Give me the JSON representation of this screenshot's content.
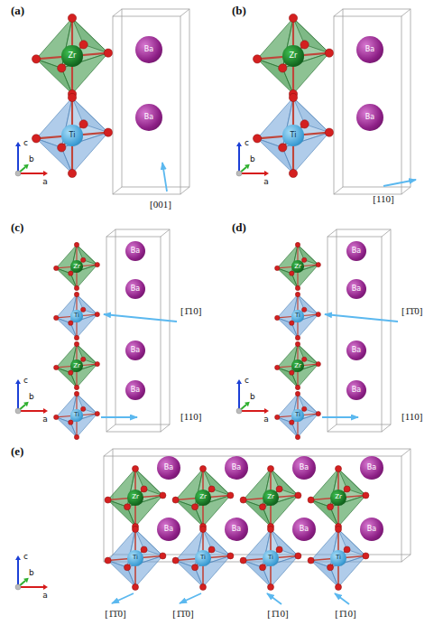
{
  "diagram": {
    "nodes": [
      {
        "text": [
          "Zr"
        ]
      },
      {
        "text": [
          "Ti"
        ]
      },
      {
        "text": [
          "Ba"
        ]
      },
      {
        "text": [
          "Ba"
        ]
      },
      {
        "text": [
          "Zr"
        ]
      },
      {
        "text": [
          "Ti"
        ]
      },
      {
        "text": [
          "Ba"
        ]
      },
      {
        "text": [
          "Ba"
        ]
      },
      {
        "text": [
          "Zr"
        ]
      },
      {
        "text": [
          "Ti"
        ]
      },
      {
        "text": [
          "Zr"
        ]
      },
      {
        "text": [
          "Ti"
        ]
      },
      {
        "text": [
          "Ba"
        ]
      },
      {
        "text": [
          "Ba"
        ]
      },
      {
        "text": [
          "Ba"
        ]
      },
      {
        "text": [
          "Ba"
        ]
      },
      {
        "text": [
          "Zr"
        ]
      },
      {
        "text": [
          "Ti"
        ]
      },
      {
        "text": [
          "Zr"
        ]
      },
      {
        "text": [
          "Ti"
        ]
      },
      {
        "text": [
          "Ba"
        ]
      },
      {
        "text": [
          "Ba"
        ]
      },
      {
        "text": [
          "Ba"
        ]
      },
      {
        "text": [
          "Ba"
        ]
      },
      {
        "text": [
          "Zr"
        ]
      },
      {
        "text": [
          "Zr"
        ]
      },
      {
        "text": [
          "Zr"
        ]
      },
      {
        "text": [
          "Zr"
        ]
      },
      {
        "text": [
          "Ti"
        ]
      },
      {
        "text": [
          "Ti"
        ]
      },
      {
        "text": [
          "Ti"
        ]
      },
      {
        "text": [
          "Ti"
        ]
      },
      {
        "text": [
          "Ba"
        ]
      },
      {
        "text": [
          "Ba"
        ]
      },
      {
        "text": [
          "Ba"
        ]
      },
      {
        "text": [
          "Ba"
        ]
      },
      {
        "text": [
          "Ba"
        ]
      },
      {
        "text": [
          "Ba"
        ]
      },
      {
        "text": [
          "Ba"
        ]
      },
      {
        "text": [
          "Ba"
        ]
      }
    ],
    "labels": [
      "(a)",
      "c",
      "b",
      "a",
      "[001]",
      "(b)",
      "c",
      "b",
      "a",
      "[110]",
      "(c)",
      "c",
      "b",
      "a",
      "[1̄10]",
      "[110]",
      "(d)",
      "c",
      "b",
      "a",
      "[1̄1̄0]",
      "[110]",
      "(e)",
      "c",
      "b",
      "a",
      "[1̄1̄0]",
      "[1̄1̄0]",
      "[1̄10]",
      "[1̄10]"
    ]
  }
}
